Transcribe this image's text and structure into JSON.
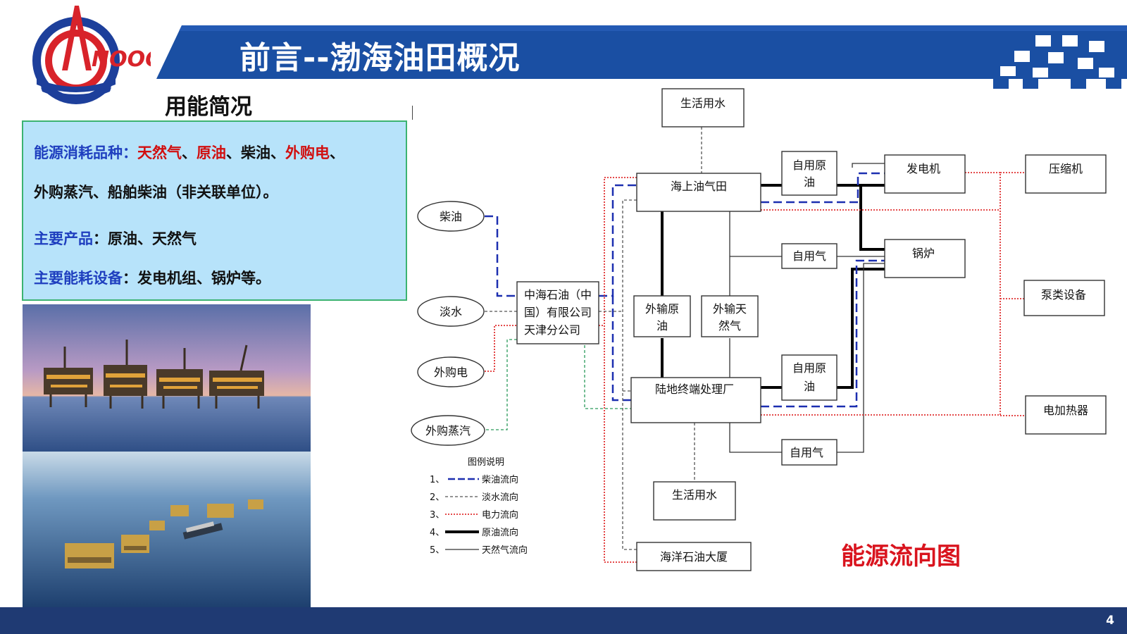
{
  "header": {
    "title": "前言--渤海油田概况",
    "logo_text": "NOOC",
    "band_color": "#1a4fa3"
  },
  "section": {
    "title": "用能简况"
  },
  "info_box": {
    "line1": [
      {
        "text": "能源消耗品种：",
        "color": "blue"
      },
      {
        "text": "天然气",
        "color": "red"
      },
      {
        "text": "、",
        "color": "black"
      },
      {
        "text": "原油",
        "color": "red"
      },
      {
        "text": "、柴油、",
        "color": "black"
      },
      {
        "text": "外购电",
        "color": "red"
      },
      {
        "text": "、",
        "color": "black"
      }
    ],
    "line2": "外购蒸汽、船舶柴油（非关联单位）。",
    "line3_key": "主要产品",
    "line3_value": "：原油、天然气",
    "line4_key": "主要能耗设备",
    "line4_value": "：发电机组、锅炉等。"
  },
  "diagram": {
    "inputs": {
      "diesel": "柴油",
      "freshwater": "淡水",
      "power": "外购电",
      "steam": "外购蒸汽"
    },
    "company": [
      "中海石油（中",
      "国）有限公司",
      "天津分公司"
    ],
    "nodes": {
      "domestic_water_top": "生活用水",
      "offshore_field": "海上油气田",
      "own_oil_top": [
        "自用原",
        "油"
      ],
      "own_gas_top": "自用气",
      "export_oil": [
        "外输原",
        "油"
      ],
      "export_gas": [
        "外输天",
        "然气"
      ],
      "onshore_terminal": "陆地终端处理厂",
      "own_oil_bottom": [
        "自用原",
        "油"
      ],
      "own_gas_bottom": "自用气",
      "domestic_water_bottom": "生活用水",
      "office_building": "海洋石油大厦",
      "generator": "发电机",
      "boiler": "锅炉",
      "compressor": "压缩机",
      "pump": "泵类设备",
      "heater": "电加热器"
    },
    "legend": {
      "title": "图例说明",
      "items": [
        {
          "no": "1、",
          "label": "柴油流向"
        },
        {
          "no": "2、",
          "label": "淡水流向"
        },
        {
          "no": "3、",
          "label": "电力流向"
        },
        {
          "no": "4、",
          "label": "原油流向"
        },
        {
          "no": "5、",
          "label": "天然气流向"
        }
      ]
    },
    "colors": {
      "diesel": "#1c2fb0",
      "water": "#555555",
      "power": "#e03030",
      "oil": "#000000",
      "gas": "#333333",
      "steam": "#2a9a5a"
    },
    "title": "能源流向图"
  },
  "footer": {
    "page_number": "4"
  }
}
